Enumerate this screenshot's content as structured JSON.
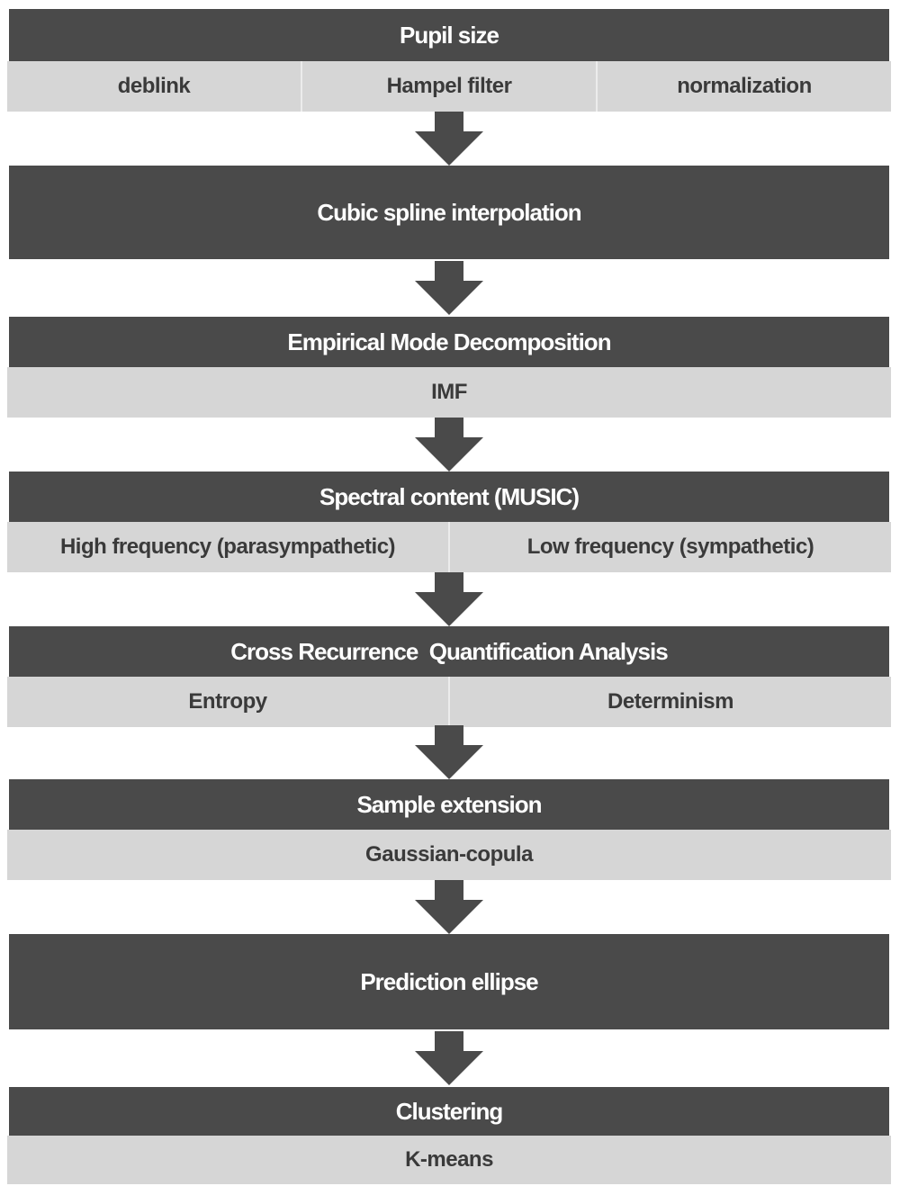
{
  "stages": [
    {
      "title": "Pupil size",
      "sub": [
        "deblink",
        "Hampel filter",
        "normalization"
      ]
    },
    {
      "title": "Cubic spline interpolation",
      "sub": []
    },
    {
      "title": "Empirical Mode Decomposition",
      "sub": [
        "IMF"
      ]
    },
    {
      "title": "Spectral content (MUSIC)",
      "sub": [
        "High frequency (parasympathetic)",
        "Low frequency (sympathetic)"
      ]
    },
    {
      "title": "Cross Recurrence  Quantification Analysis",
      "sub": [
        "Entropy",
        "Determinism"
      ]
    },
    {
      "title": "Sample extension",
      "sub": [
        "Gaussian-copula"
      ]
    },
    {
      "title": "Prediction ellipse",
      "sub": []
    },
    {
      "title": "Clustering",
      "sub": [
        "K-means"
      ]
    }
  ],
  "colors": {
    "header": "#4a4a4a",
    "subrow": "#d6d6d6",
    "arrow": "#4a4a4a"
  }
}
